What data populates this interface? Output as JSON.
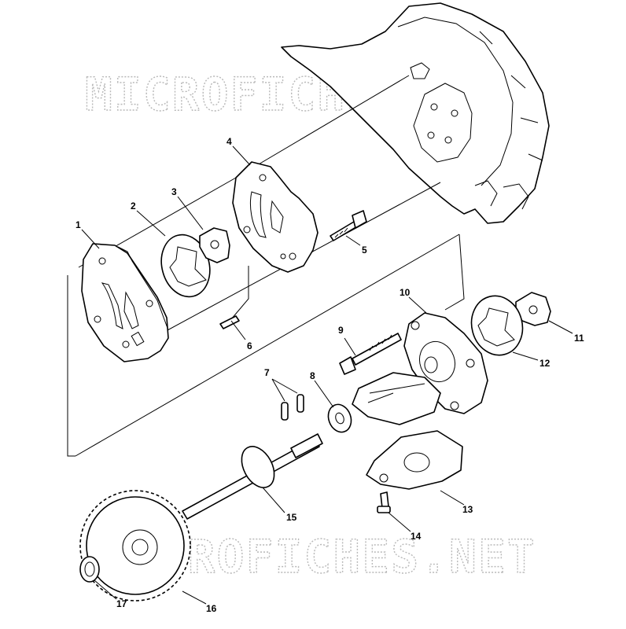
{
  "watermark": {
    "top_text": "MICROFICHES.NET",
    "bottom_text": "MICROFICHES.NET"
  },
  "callouts": [
    {
      "id": "1",
      "label": "1"
    },
    {
      "id": "2",
      "label": "2"
    },
    {
      "id": "3",
      "label": "3"
    },
    {
      "id": "4",
      "label": "4"
    },
    {
      "id": "5",
      "label": "5"
    },
    {
      "id": "6",
      "label": "6"
    },
    {
      "id": "7",
      "label": "7"
    },
    {
      "id": "8",
      "label": "8"
    },
    {
      "id": "9",
      "label": "9"
    },
    {
      "id": "10",
      "label": "10"
    },
    {
      "id": "11",
      "label": "11"
    },
    {
      "id": "12",
      "label": "12"
    },
    {
      "id": "13",
      "label": "13"
    },
    {
      "id": "14",
      "label": "14"
    },
    {
      "id": "15",
      "label": "15"
    },
    {
      "id": "16",
      "label": "16"
    },
    {
      "id": "17",
      "label": "17"
    }
  ]
}
